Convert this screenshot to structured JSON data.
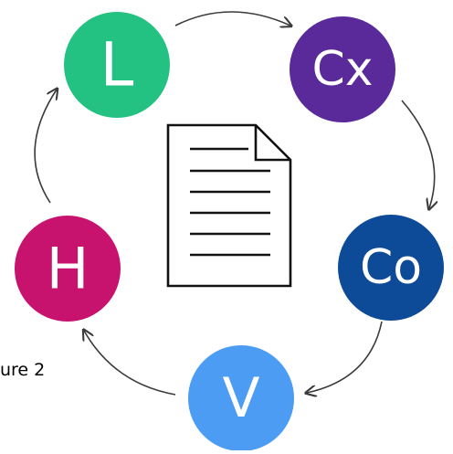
{
  "nodes": [
    {
      "id": "L",
      "label": "L",
      "color": "#23c283"
    },
    {
      "id": "Cx",
      "label": "Cx",
      "color": "#5b2a9a"
    },
    {
      "id": "Co",
      "label": "Co",
      "color": "#0d4a97"
    },
    {
      "id": "V",
      "label": "V",
      "color": "#4b9cf2"
    },
    {
      "id": "H",
      "label": "H",
      "color": "#c8136e"
    }
  ],
  "cycle_order": [
    "L",
    "Cx",
    "Co",
    "V",
    "H",
    "L"
  ],
  "center_icon": "document-icon",
  "figure_label": "ure 2"
}
